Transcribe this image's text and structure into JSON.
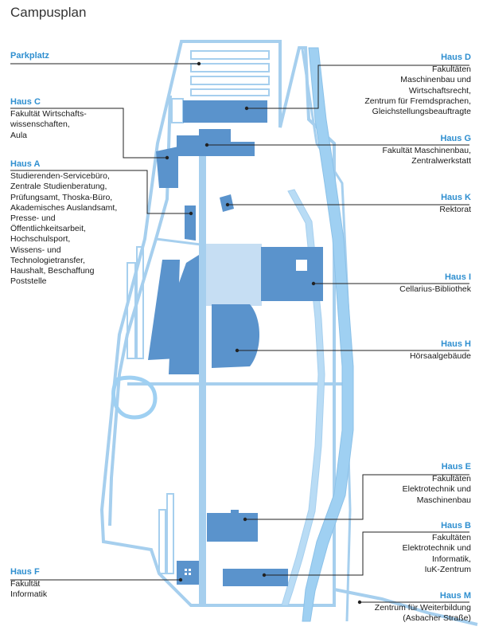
{
  "title": "Campusplan",
  "colors": {
    "path": "#a6cfee",
    "water": "#9fd0f2",
    "building": "#5a93cc",
    "plaza": "#c6def3",
    "leader": "#222222",
    "heading": "#2f8fd0"
  },
  "labels": {
    "parkplatz": {
      "name": "Parkplatz",
      "desc": ""
    },
    "haus_c": {
      "name": "Haus C",
      "desc": "Fakultät Wirtschafts-\nwissenschaften,\nAula"
    },
    "haus_a": {
      "name": "Haus A",
      "desc": "Studierenden-Servicebüro,\nZentrale Studienberatung,\nPrüfungsamt, Thoska-Büro,\nAkademisches Auslandsamt,\nPresse- und\nÖffentlichkeitsarbeit,\nHochschulsport,\nWissens- und\nTechnologietransfer,\nHaushalt, Beschaffung\nPoststelle"
    },
    "haus_f": {
      "name": "Haus F",
      "desc": "Fakultät\nInformatik"
    },
    "haus_d": {
      "name": "Haus D",
      "desc": "Fakultäten\nMaschinenbau und\nWirtschaftsrecht,\nZentrum für Fremdsprachen,\nGleichstellungsbeauftragte"
    },
    "haus_g": {
      "name": "Haus G",
      "desc": "Fakultät Maschinenbau,\nZentralwerkstatt"
    },
    "haus_k": {
      "name": "Haus K",
      "desc": "Rektorat"
    },
    "haus_i": {
      "name": "Haus I",
      "desc": "Cellarius-Bibliothek"
    },
    "haus_h": {
      "name": "Haus H",
      "desc": "Hörsaalgebäude"
    },
    "haus_e": {
      "name": "Haus E",
      "desc": "Fakultäten\nElektrotechnik und\nMaschinenbau"
    },
    "haus_b": {
      "name": "Haus B",
      "desc": "Fakultäten\nElektrotechnik und\nInformatik,\nIuK-Zentrum"
    },
    "haus_m": {
      "name": "Haus M",
      "desc": "Zentrum für Weiterbildung\n(Asbacher Straße)"
    }
  }
}
